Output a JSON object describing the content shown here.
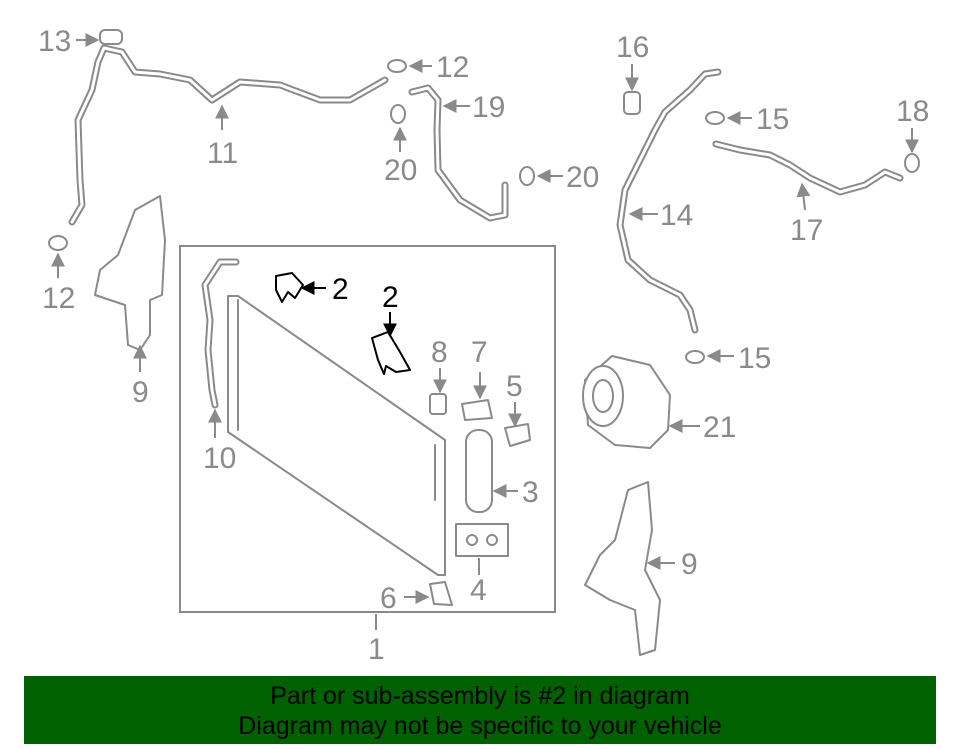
{
  "diagram": {
    "callouts": [
      {
        "id": "c13a",
        "text": "13"
      },
      {
        "id": "c12a",
        "text": "12"
      },
      {
        "id": "c19",
        "text": "19"
      },
      {
        "id": "c11",
        "text": "11"
      },
      {
        "id": "c20a",
        "text": "20"
      },
      {
        "id": "c20b",
        "text": "20"
      },
      {
        "id": "c16",
        "text": "16"
      },
      {
        "id": "c15a",
        "text": "15"
      },
      {
        "id": "c18",
        "text": "18"
      },
      {
        "id": "c14",
        "text": "14"
      },
      {
        "id": "c17",
        "text": "17"
      },
      {
        "id": "c12b",
        "text": "12"
      },
      {
        "id": "c2a",
        "text": "2"
      },
      {
        "id": "c2b",
        "text": "2"
      },
      {
        "id": "c8",
        "text": "8"
      },
      {
        "id": "c7",
        "text": "7"
      },
      {
        "id": "c15b",
        "text": "15"
      },
      {
        "id": "c9a",
        "text": "9"
      },
      {
        "id": "c5",
        "text": "5"
      },
      {
        "id": "c21",
        "text": "21"
      },
      {
        "id": "c10",
        "text": "10"
      },
      {
        "id": "c3",
        "text": "3"
      },
      {
        "id": "c9b",
        "text": "9"
      },
      {
        "id": "c6",
        "text": "6"
      },
      {
        "id": "c4",
        "text": "4"
      },
      {
        "id": "c1",
        "text": "1"
      }
    ],
    "highlight_part": "2",
    "colors": {
      "part_stroke": "#8a8a8a",
      "highlight": "#000000"
    }
  },
  "footer": {
    "line1": "Part or sub-assembly is #2 in diagram",
    "line2": "Diagram may not be specific to your vehicle",
    "background": "#006100"
  }
}
